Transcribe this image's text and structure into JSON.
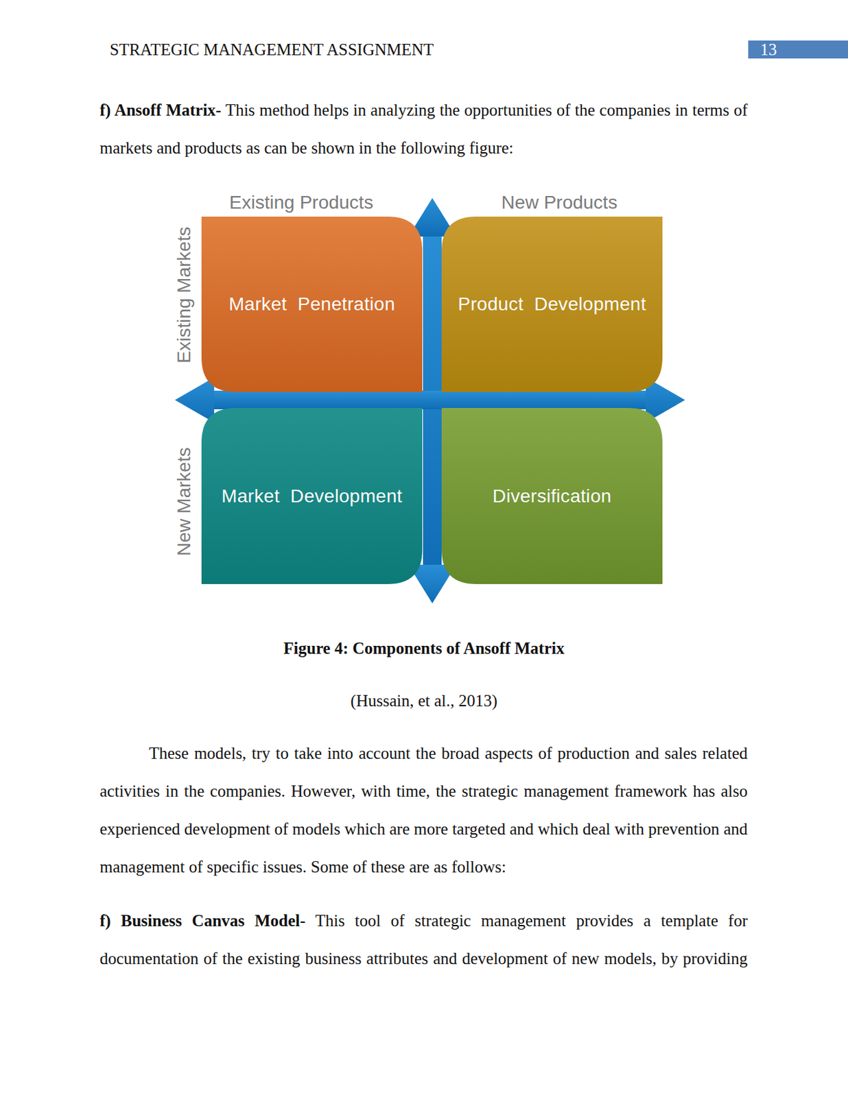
{
  "diagram": {
    "caption": "Figure 4: Components of Ansoff Matrix",
    "nodes": [
      {
        "text": [
          "Market  Penetration"
        ]
      },
      {
        "text": [
          "Product  Development"
        ]
      },
      {
        "text": [
          "Market  Development"
        ]
      },
      {
        "text": [
          "Diversification"
        ]
      }
    ],
    "edges": [],
    "labels": [
      "STRATEGIC MANAGEMENT ASSIGNMENT",
      "13",
      "f) Ansoff Matrix-",
      " This method helps in analyzing the opportunities of the companies in terms of markets and products as can be shown in the following figure:",
      "Existing Products",
      "New Products",
      "Existing Markets",
      "New Markets",
      "(Hussain, et al., 2013)",
      "These models, try to take into account the broad aspects of production and sales related activities in the companies. However, with time, the strategic management framework has also experienced development of models which are more targeted and which deal with prevention and management of specific issues. Some of these are as follows:",
      "f) Business Canvas Model-",
      " This tool of strategic management provides a template for documentation of the existing business attributes and development of new models, by providing"
    ]
  }
}
